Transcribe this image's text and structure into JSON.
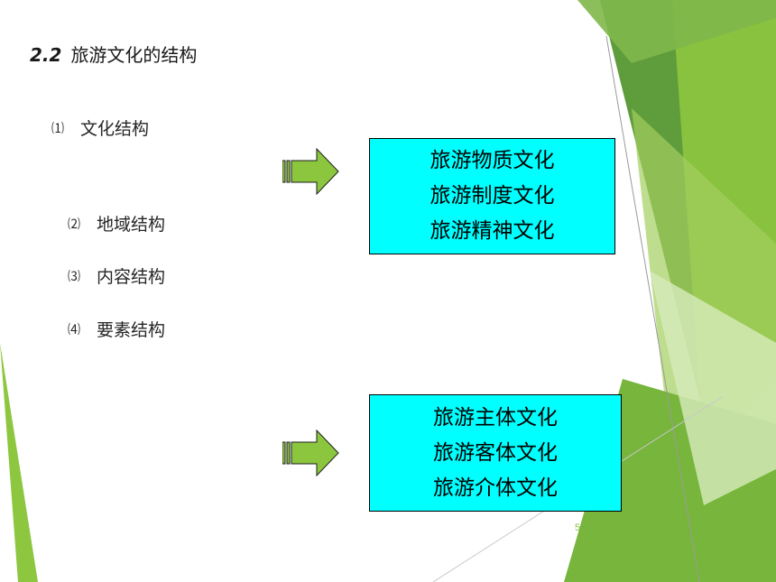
{
  "heading": {
    "number": "2.2",
    "title": "旅游文化的结构"
  },
  "items": [
    {
      "mark": "⑴",
      "label": "文化结构"
    },
    {
      "mark": "⑵",
      "label": "地域结构"
    },
    {
      "mark": "⑶",
      "label": "内容结构"
    },
    {
      "mark": "⑷",
      "label": "要素结构"
    }
  ],
  "box1": [
    "旅游物质文化",
    "旅游制度文化",
    "旅游精神文化"
  ],
  "box2": [
    "旅游主体文化",
    "旅游客体文化",
    "旅游介体文化"
  ],
  "page_number": "5",
  "colors": {
    "box_fill": "#00ffff",
    "arrow_fill": "#8cc63f",
    "accent_green": "#8dc63f"
  }
}
